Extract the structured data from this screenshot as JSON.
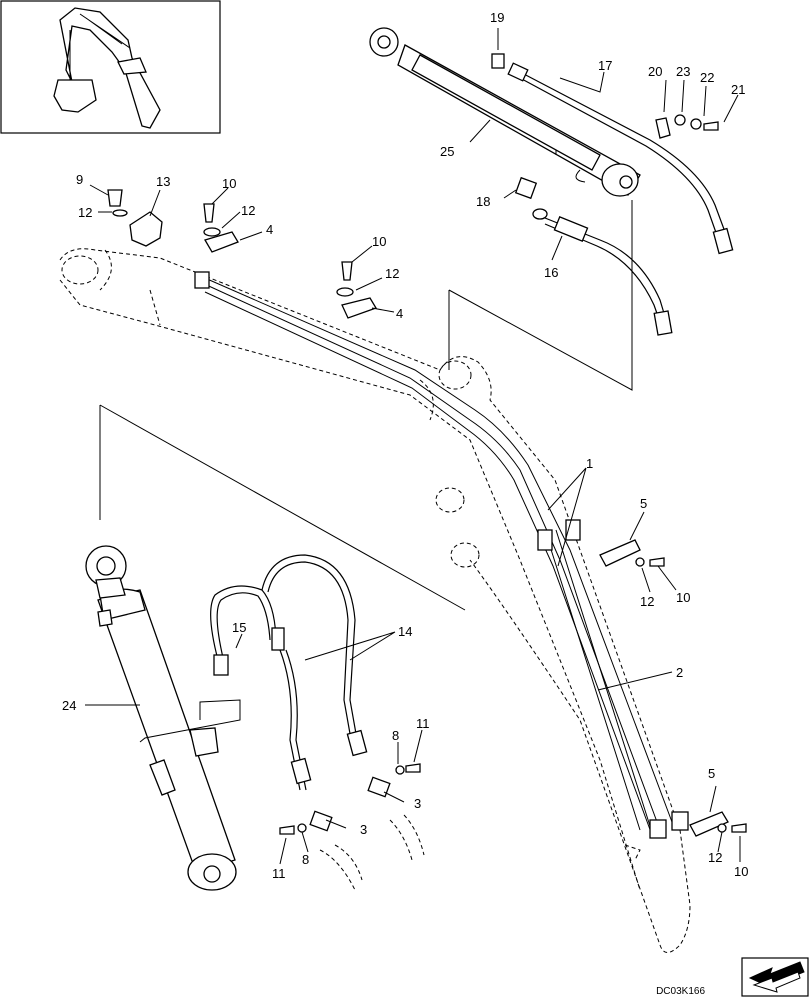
{
  "diagram": {
    "drawing_code": "DC03K166",
    "callouts": {
      "c1": "1",
      "c2": "2",
      "c3a": "3",
      "c3b": "3",
      "c4a": "4",
      "c4b": "4",
      "c5a": "5",
      "c5b": "5",
      "c8a": "8",
      "c8b": "8",
      "c9": "9",
      "c10a": "10",
      "c10b": "10",
      "c10c": "10",
      "c10d": "10",
      "c11a": "11",
      "c11b": "11",
      "c12a": "12",
      "c12b": "12",
      "c12c": "12",
      "c12d": "12",
      "c12e": "12",
      "c13": "13",
      "c14": "14",
      "c15": "15",
      "c16": "16",
      "c17": "17",
      "c18": "18",
      "c19": "19",
      "c20": "20",
      "c21": "21",
      "c22": "22",
      "c23": "23",
      "c24": "24",
      "c25": "25"
    }
  }
}
